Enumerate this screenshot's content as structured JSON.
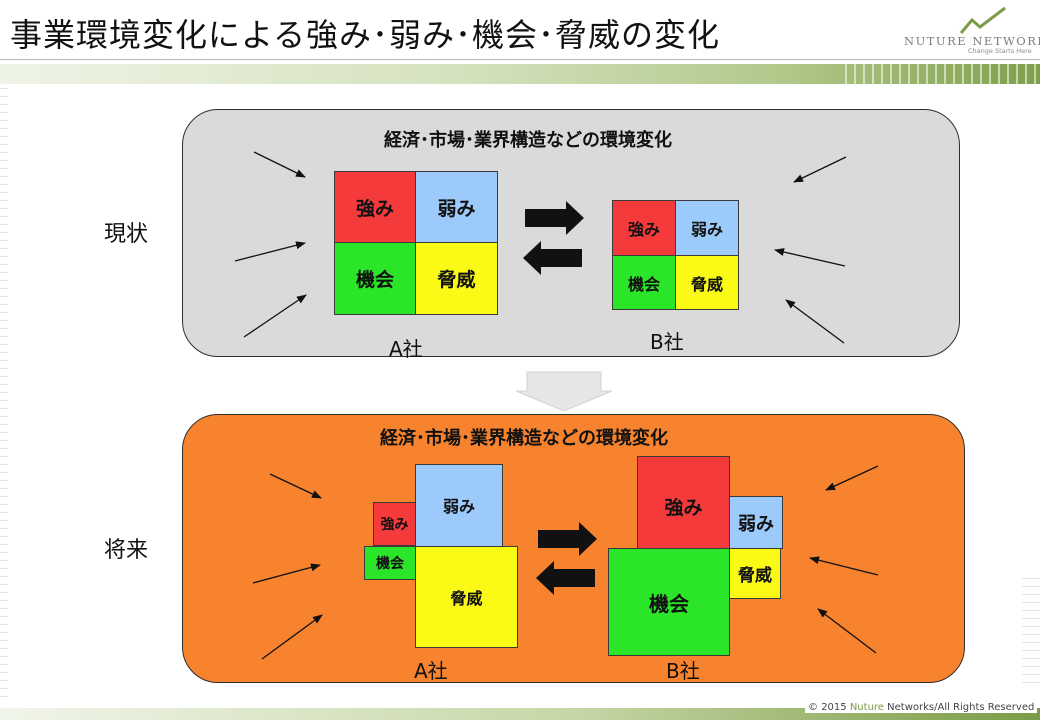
{
  "slide": {
    "title": "事業環境変化による強み･弱み･機会･脅威の変化",
    "logo_text": "NUTURE NETWORKS",
    "logo_tagline": "Change Starts Here",
    "copyright_symbol": "©",
    "copyright_year": "2015",
    "copyright_brand": "Nuture",
    "copyright_rest": "Networks/All Rights Reserved"
  },
  "colors": {
    "strength": "#f53a3c",
    "weakness": "#9ccafa",
    "opportunity": "#2be528",
    "threat": "#fafa16",
    "present_panel": "#dadada",
    "future_panel": "#f7832f",
    "logo_accent": "#7a9b47"
  },
  "icons": [
    "logo-check-mark-icon",
    "incoming-arrow-icon",
    "exchange-arrows-icon",
    "transition-down-arrow-icon"
  ],
  "present": {
    "side_label": "現状",
    "heading": "経済･市場･業界構造などの環境変化",
    "company_a": {
      "label": "A社",
      "strength": "強み",
      "weakness": "弱み",
      "opportunity": "機会",
      "threat": "脅威"
    },
    "company_b": {
      "label": "B社",
      "strength": "強み",
      "weakness": "弱み",
      "opportunity": "機会",
      "threat": "脅威"
    }
  },
  "future": {
    "side_label": "将来",
    "heading": "経済･市場･業界構造などの環境変化",
    "company_a": {
      "label": "A社",
      "strength": "強み",
      "weakness": "弱み",
      "opportunity": "機会",
      "threat": "脅威"
    },
    "company_b": {
      "label": "B社",
      "strength": "強み",
      "weakness": "弱み",
      "opportunity": "機会",
      "threat": "脅威"
    }
  }
}
